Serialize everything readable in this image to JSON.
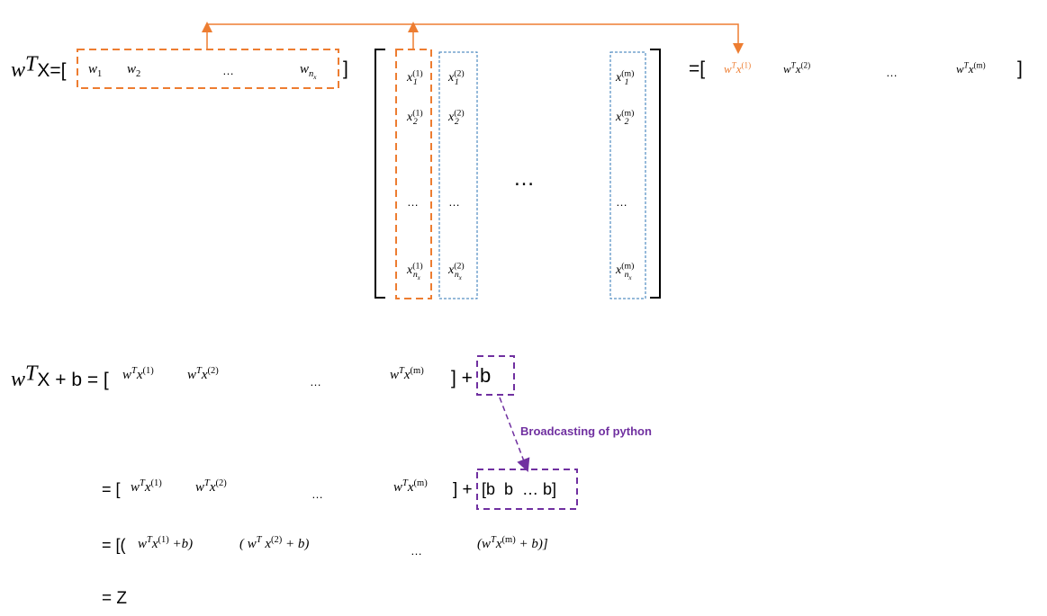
{
  "row1": {
    "lhs_w": "w",
    "lhs_T": "T",
    "lhs_rest": "X=[",
    "w1": "w",
    "w1_sub": "1",
    "w2": "w",
    "w2_sub": "2",
    "w_dots": "…",
    "wn": "w",
    "wn_sub": "n",
    "wn_subsub": "x",
    "close_bracket": "]",
    "result_open": "=[",
    "r1": "w",
    "r1_T": "T",
    "r1_x": "x",
    "r1_sup": "(1)",
    "r2": "w",
    "r2_T": "T",
    "r2_x": "x",
    "r2_sup": "(2)",
    "r_dots": "…",
    "rm": "w",
    "rm_T": "T",
    "rm_x": "x",
    "rm_sup": "(m)",
    "result_close": "]"
  },
  "matrix": {
    "col1": [
      {
        "sub": "1",
        "sup": "(1)"
      },
      {
        "sub": "2",
        "sup": "(1)"
      },
      {
        "dots": "…"
      },
      {
        "sub": "n",
        "subsub": "x",
        "sup": "(1)"
      }
    ],
    "col2": [
      {
        "sub": "1",
        "sup": "(2)"
      },
      {
        "sub": "2",
        "sup": "(2)"
      },
      {
        "dots": "…"
      },
      {
        "sub": "n",
        "subsub": "x",
        "sup": "(2)"
      }
    ],
    "colm": [
      {
        "sub": "1",
        "sup": "(m)"
      },
      {
        "sub": "2",
        "sup": "(m)"
      },
      {
        "dots": "…"
      },
      {
        "sub": "n",
        "subsub": "x",
        "sup": "(m)"
      }
    ],
    "middle_dots": "…",
    "var": "x"
  },
  "row2": {
    "lhs_w": "w",
    "lhs_T": "T",
    "lhs_rest": "X + b = [",
    "t1_sup": "(1)",
    "t2_sup": "(2)",
    "tm_sup": "(m)",
    "dots": "…",
    "plus": "] +",
    "b": "b"
  },
  "annotation": {
    "text": "Broadcasting of python",
    "color": "#7030a0"
  },
  "row3": {
    "prefix": "= [",
    "t1_sup": "(1)",
    "t2_sup": "(2)",
    "tm_sup": "(m)",
    "dots": "…",
    "plus": "] +",
    "b_vector": "[b  b  … b]"
  },
  "row4": {
    "prefix": "= [(",
    "t1_sup": "(1)",
    "t1_tail": " +b)",
    "t2_open": "( ",
    "t2_sup": "(2)",
    "t2_tail": " + b)",
    "dots": "…",
    "tm_open": "(",
    "tm_sup": "(m)",
    "tm_tail": " + b)]"
  },
  "row5": {
    "text": "= Z"
  },
  "colors": {
    "orange": "#ed7d31",
    "blue": "#2e75b6",
    "purple": "#7030a0"
  }
}
